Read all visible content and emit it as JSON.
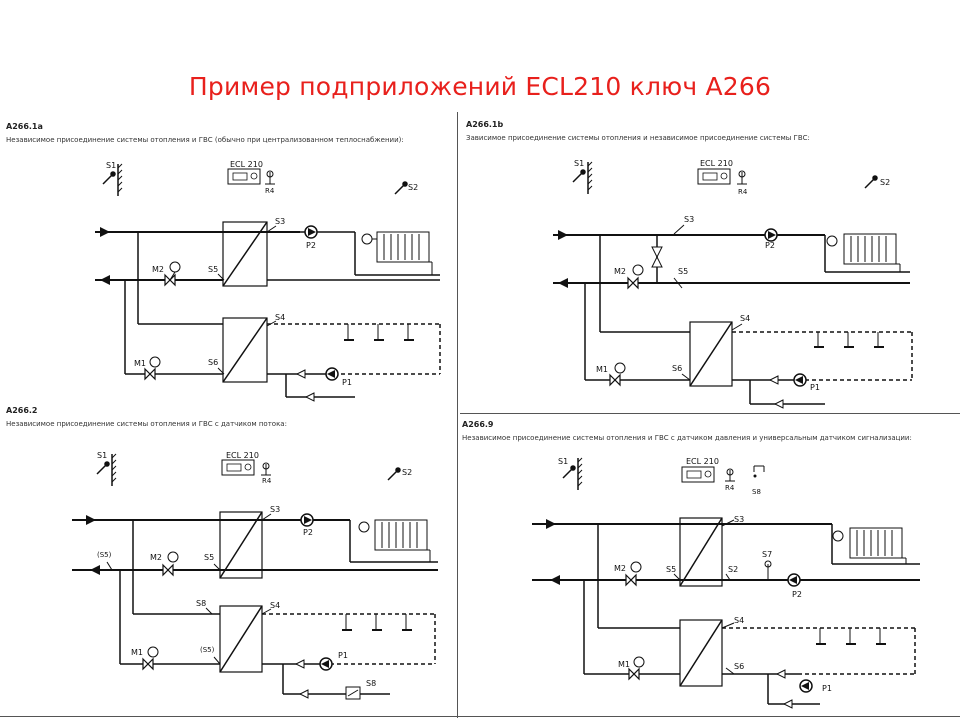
{
  "slide": {
    "title": "Пример подприложений ECL210 ключ А266"
  },
  "panels": [
    {
      "code": "A266.1a",
      "description": "Независимое присоединение системы отопления и ГВС (обычно при централизованном теплоснабжении):",
      "controller": "ECL 210",
      "labels": {
        "s1": "S1",
        "s2": "S2",
        "s3": "S3",
        "s4": "S4",
        "s5": "S5",
        "s6": "S6",
        "m1": "M1",
        "m2": "M2",
        "p1": "P1",
        "p2": "P2",
        "r4": "R4"
      }
    },
    {
      "code": "A266.1b",
      "description": "Зависимое присоединение системы отопления и независимое присоединение системы ГВС:",
      "controller": "ECL 210",
      "labels": {
        "s1": "S1",
        "s2": "S2",
        "s3": "S3",
        "s4": "S4",
        "s5": "S5",
        "s6": "S6",
        "m1": "M1",
        "m2": "M2",
        "p1": "P1",
        "p2": "P2",
        "r4": "R4"
      }
    },
    {
      "code": "A266.2",
      "description": "Независимое присоединение системы отопления и ГВС с датчиком потока:",
      "controller": "ECL 210",
      "labels": {
        "s1": "S1",
        "s2": "S2",
        "s3": "S3",
        "s4": "S4",
        "s5": "S5",
        "s5b": "(S5)",
        "s5c": "(S5)",
        "s8": "S8",
        "s8b": "S8",
        "m1": "M1",
        "m2": "M2",
        "p1": "P1",
        "p2": "P2",
        "r4": "R4"
      }
    },
    {
      "code": "A266.9",
      "description": "Независимое присоединение системы отопления и ГВС с датчиком давления и универсальным датчиком сигнализации:",
      "controller": "ECL 210",
      "labels": {
        "s1": "S1",
        "s2": "S2",
        "s3": "S3",
        "s4": "S4",
        "s5": "S5",
        "s6": "S6",
        "s7": "S7",
        "s8": "S8",
        "m1": "M1",
        "m2": "M2",
        "p1": "P1",
        "p2": "P2",
        "r4": "R4"
      }
    }
  ]
}
